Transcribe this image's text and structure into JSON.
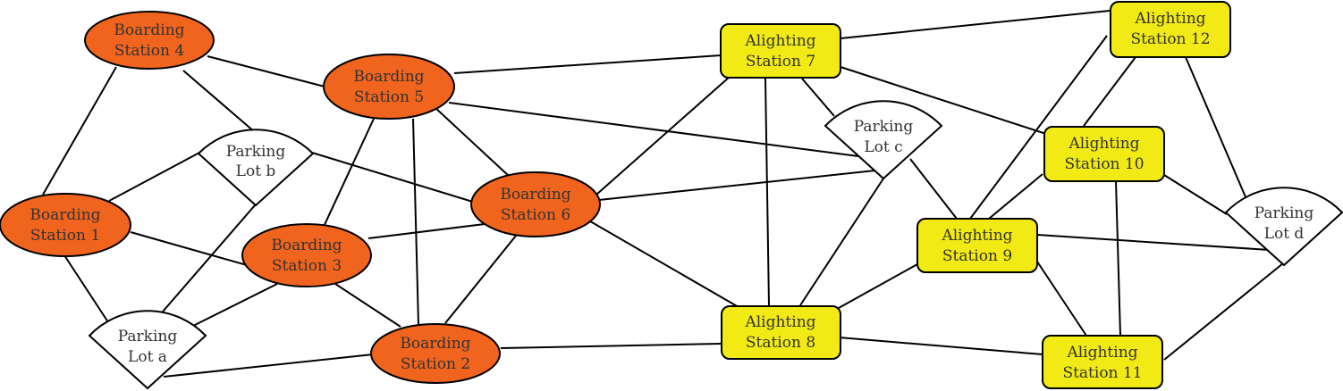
{
  "nodes": {
    "b4": {
      "line1": "Boarding",
      "line2": "Station 4"
    },
    "b5": {
      "line1": "Boarding",
      "line2": "Station 5"
    },
    "b1": {
      "line1": "Boarding",
      "line2": "Station 1"
    },
    "b3": {
      "line1": "Boarding",
      "line2": "Station 3"
    },
    "b6": {
      "line1": "Boarding",
      "line2": "Station 6"
    },
    "b2": {
      "line1": "Boarding",
      "line2": "Station 2"
    },
    "a7": {
      "line1": "Alighting",
      "line2": "Station 7"
    },
    "a12": {
      "line1": "Alighting",
      "line2": "Station 12"
    },
    "a10": {
      "line1": "Alighting",
      "line2": "Station 10"
    },
    "a9": {
      "line1": "Alighting",
      "line2": "Station 9"
    },
    "a8": {
      "line1": "Alighting",
      "line2": "Station 8"
    },
    "a11": {
      "line1": "Alighting",
      "line2": "Station 11"
    },
    "pa": {
      "line1": "Parking",
      "line2": "Lot a"
    },
    "pb": {
      "line1": "Parking",
      "line2": "Lot b"
    },
    "pc": {
      "line1": "Parking",
      "line2": "Lot c"
    },
    "pd": {
      "line1": "Parking",
      "line2": "Lot d"
    }
  },
  "colors": {
    "boarding": "#f0641e",
    "alighting": "#f2ea14",
    "parking": "#ffffff"
  }
}
